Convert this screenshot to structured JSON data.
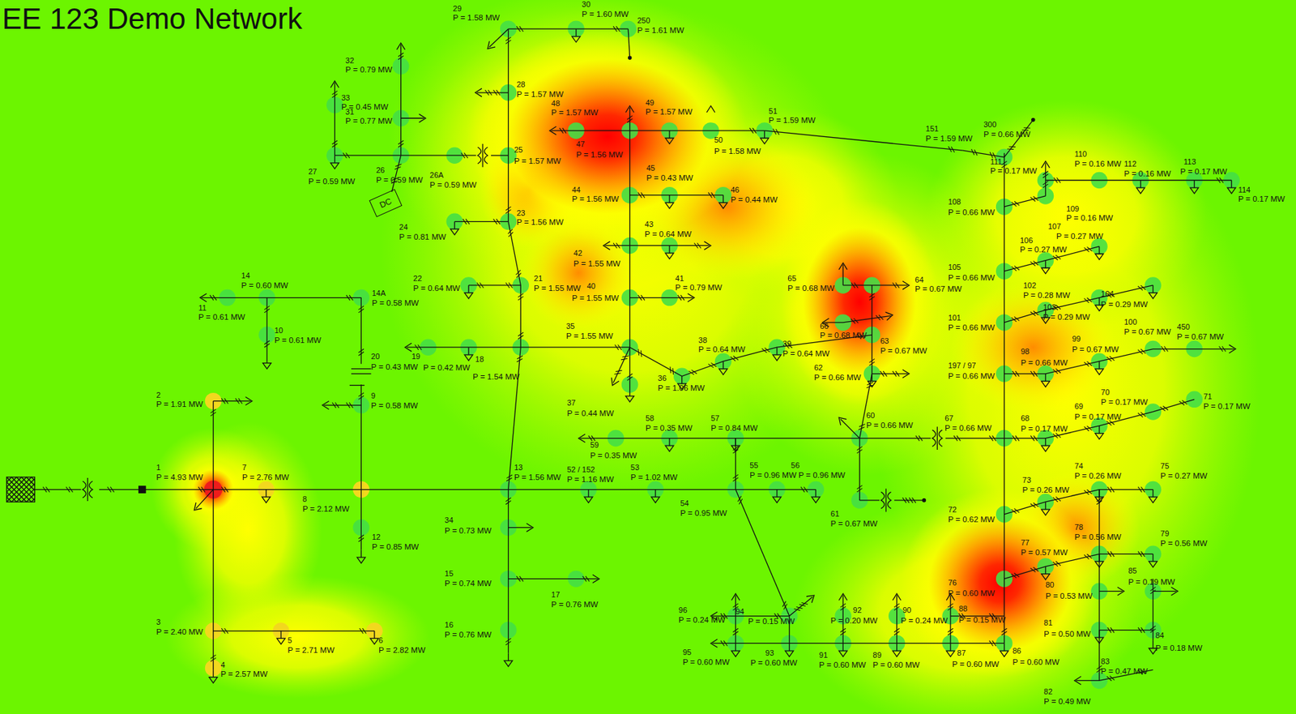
{
  "diagram": {
    "title": "EE 123 Demo Network",
    "nodes": [
      {
        "text": [
          "DC"
        ]
      }
    ],
    "labels": [
      "29",
      "P = 1.58 MW",
      "30",
      "P = 1.60 MW",
      "250",
      "P = 1.61 MW",
      "32",
      "P = 0.79 MW",
      "33",
      "P = 0.45 MW",
      "31",
      "P = 0.77 MW",
      "28",
      "P = 1.57 MW",
      "48",
      "P = 1.57 MW",
      "49",
      "P = 1.57 MW",
      "51",
      "P = 1.59 MW",
      "47",
      "P = 1.56 MW",
      "50",
      "P = 1.58 MW",
      "25",
      "P = 1.57 MW",
      "27",
      "P = 0.59 MW",
      "26",
      "P = 0.59 MW",
      "26A",
      "P = 0.59 MW",
      "45",
      "P = 0.43 MW",
      "44",
      "P = 1.56 MW",
      "46",
      "P = 0.44 MW",
      "23",
      "P = 1.56 MW",
      "24",
      "P = 0.81 MW",
      "43",
      "P = 0.64 MW",
      "42",
      "P = 1.55 MW",
      "14",
      "P = 0.60 MW",
      "22",
      "P = 0.64 MW",
      "21",
      "P = 1.55 MW",
      "40",
      "P = 1.55 MW",
      "41",
      "P = 0.79 MW",
      "65",
      "P = 0.68 MW",
      "64",
      "P = 0.67 MW",
      "11",
      "P = 0.61 MW",
      "14A",
      "P = 0.58 MW",
      "10",
      "P = 0.61 MW",
      "35",
      "P = 1.55 MW",
      "66",
      "P = 0.68 MW",
      "38",
      "P = 0.64 MW",
      "39",
      "P = 0.64 MW",
      "63",
      "P = 0.67 MW",
      "20",
      "P = 0.43 MW",
      "19",
      "P = 0.42 MW",
      "18",
      "P = 1.54 MW",
      "62",
      "P = 0.66 MW",
      "36",
      "P = 1.06 MW",
      "2",
      "P = 1.91 MW",
      "9",
      "P = 0.58 MW",
      "37",
      "P = 0.44 MW",
      "58",
      "P = 0.35 MW",
      "57",
      "P = 0.84 MW",
      "60",
      "P = 0.66 MW",
      "67",
      "P = 0.66 MW",
      "59",
      "P = 0.35 MW",
      "1",
      "P = 4.93 MW",
      "7",
      "P = 2.76 MW",
      "8",
      "P = 2.12 MW",
      "13",
      "P = 1.56 MW",
      "52 / 152",
      "P = 1.16 MW",
      "53",
      "P = 1.02 MW",
      "55",
      "P = 0.96 MW",
      "56",
      "P = 0.96 MW",
      "54",
      "P = 0.95 MW",
      "61",
      "P = 0.67 MW",
      "12",
      "P = 0.85 MW",
      "34",
      "P = 0.73 MW",
      "15",
      "P = 0.74 MW",
      "17",
      "P = 0.76 MW",
      "16",
      "P = 0.76 MW",
      "3",
      "P = 2.40 MW",
      "5",
      "P = 2.71 MW",
      "6",
      "P = 2.82 MW",
      "4",
      "P = 2.57 MW",
      "151",
      "P = 1.59 MW",
      "300",
      "P = 0.66 MW",
      "111",
      "P = 0.17 MW",
      "110",
      "P = 0.16 MW",
      "112",
      "P = 0.16 MW",
      "113",
      "P = 0.17 MW",
      "114",
      "P = 0.17 MW",
      "108",
      "P = 0.66 MW",
      "109",
      "P = 0.16 MW",
      "107",
      "P = 0.27 MW",
      "106",
      "P = 0.27 MW",
      "105",
      "P = 0.66 MW",
      "102",
      "P = 0.28 MW",
      "104",
      "P = 0.29 MW",
      "103",
      "P = 0.29 MW",
      "101",
      "P = 0.66 MW",
      "100",
      "P = 0.67 MW",
      "450",
      "P = 0.67 MW",
      "99",
      "P = 0.67 MW",
      "98",
      "P = 0.66 MW",
      "197 / 97",
      "P = 0.66 MW",
      "70",
      "P = 0.17 MW",
      "71",
      "P = 0.17 MW",
      "69",
      "P = 0.17 MW",
      "68",
      "P = 0.17 MW",
      "74",
      "P = 0.26 MW",
      "75",
      "P = 0.27 MW",
      "73",
      "P = 0.26 MW",
      "72",
      "P = 0.62 MW",
      "78",
      "P = 0.56 MW",
      "79",
      "P = 0.56 MW",
      "77",
      "P = 0.57 MW",
      "85",
      "P = 0.19 MW",
      "80",
      "P = 0.53 MW",
      "76",
      "P = 0.60 MW",
      "96",
      "P = 0.24 MW",
      "94",
      "P = 0.15 MW",
      "92",
      "P = 0.20 MW",
      "90",
      "P = 0.24 MW",
      "88",
      "P = 0.15 MW",
      "81",
      "P = 0.50 MW",
      "84",
      "P = 0.18 MW",
      "95",
      "P = 0.60 MW",
      "93",
      "P = 0.60 MW",
      "91",
      "P = 0.60 MW",
      "89",
      "P = 0.60 MW",
      "87",
      "P = 0.60 MW",
      "86",
      "P = 0.60 MW",
      "83",
      "P = 0.47 MW",
      "82",
      "P = 0.49 MW"
    ]
  }
}
